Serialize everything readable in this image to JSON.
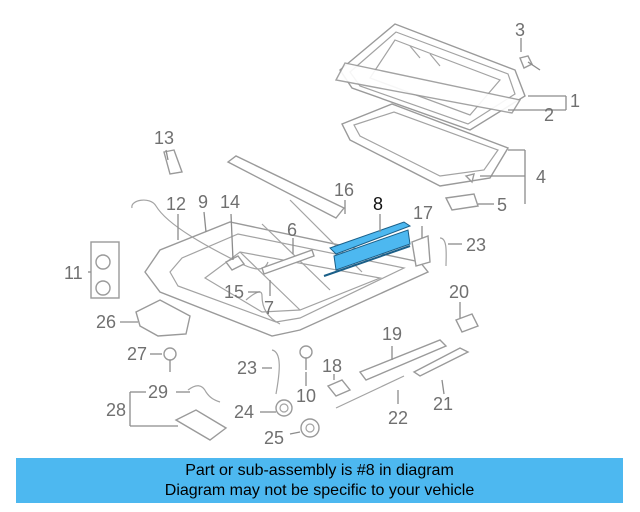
{
  "callouts": {
    "c1": "1",
    "c2": "2",
    "c3": "3",
    "c4": "4",
    "c5": "5",
    "c6": "6",
    "c7": "7",
    "c8": "8",
    "c9": "9",
    "c10": "10",
    "c11": "11",
    "c12": "12",
    "c13": "13",
    "c14": "14",
    "c15": "15",
    "c16": "16",
    "c17": "17",
    "c18": "18",
    "c19": "19",
    "c20": "20",
    "c21": "21",
    "c22": "22",
    "c23a": "23",
    "c23b": "23",
    "c24": "24",
    "c25": "25",
    "c26": "26",
    "c27": "27",
    "c28": "28",
    "c29": "29"
  },
  "highlight": {
    "part": "8",
    "color": "#4db8f0"
  },
  "banner": {
    "line1": "Part or sub-assembly is #8 in diagram",
    "line2": "Diagram may not be specific to your vehicle",
    "color": "#4db8f0"
  }
}
